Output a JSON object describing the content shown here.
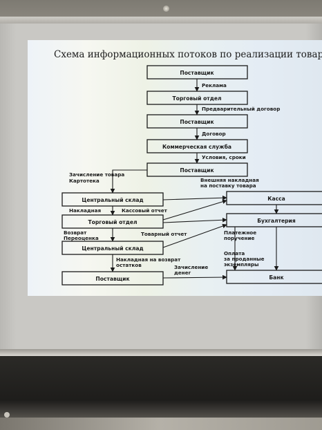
{
  "diagram": {
    "title": "Схема информационных потоков по реализации товаров",
    "boxes": {
      "supplier1": "Поставщик",
      "sales_dept1": "Торговый отдел",
      "supplier2": "Поставщик",
      "commercial": "Коммерческая служба",
      "supplier3": "Поставщик",
      "warehouse1": "Центральный склад",
      "sales_dept2": "Торговый отдел",
      "warehouse2": "Центральный склад",
      "supplier4": "Поставщик",
      "cash": "Касса",
      "accounting": "Бухгалтерия",
      "bank": "Банк"
    },
    "labels": {
      "advertising": "Реклама",
      "prelim_contract": "Предварительный договор",
      "contract": "Договор",
      "conditions": "Условия, сроки",
      "goods_credit": "Зачисление товара",
      "card_index": "Картотека",
      "ext_invoice_1": "Внешняя накладная",
      "ext_invoice_2": "на поставку товара",
      "waybill": "Накладная",
      "cash_report": "Кассовый отчет",
      "return": "Возврат",
      "revaluation": "Переоценка",
      "goods_report": "Товарный отчет",
      "payment_order_1": "Платежное",
      "payment_order_2": "поручение",
      "return_invoice_1": "Накладная на возврат",
      "return_invoice_2": "остатков",
      "money_credit_1": "Зачисление",
      "money_credit_2": "денег",
      "pay_sold_1": "Оплата",
      "pay_sold_2": "за проданные",
      "pay_sold_3": "экземпляры"
    }
  }
}
